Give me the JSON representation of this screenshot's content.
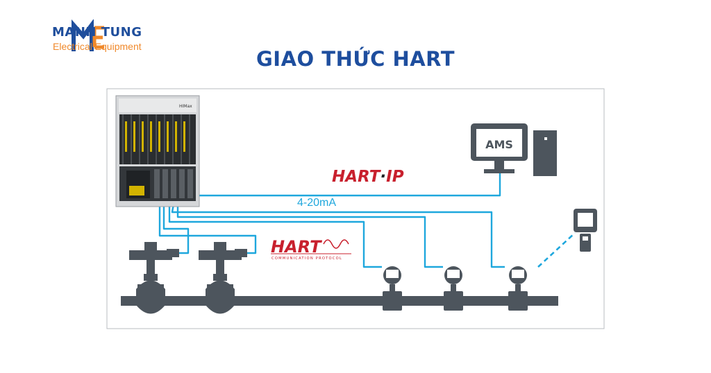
{
  "brand": {
    "name": "MANH TUNG",
    "subtitle": "Electrical Equipment"
  },
  "title": "GIAO THỨC HART",
  "diagram": {
    "hart_ip_label_a": "HART",
    "hart_ip_label_sep": "·",
    "hart_ip_label_b": "IP",
    "signal_label": "4-20mA",
    "hart_logo": "HART",
    "hart_logo_sub": "COMMUNICATION PROTOCOL",
    "ams_label": "AMS",
    "controller_brand": "HIMax"
  },
  "colors": {
    "brand_blue": "#1f4e9c",
    "brand_orange": "#f0892b",
    "line_blue": "#1ea7dd",
    "equipment_gray": "#4d555d",
    "hart_red": "#c8202d"
  }
}
